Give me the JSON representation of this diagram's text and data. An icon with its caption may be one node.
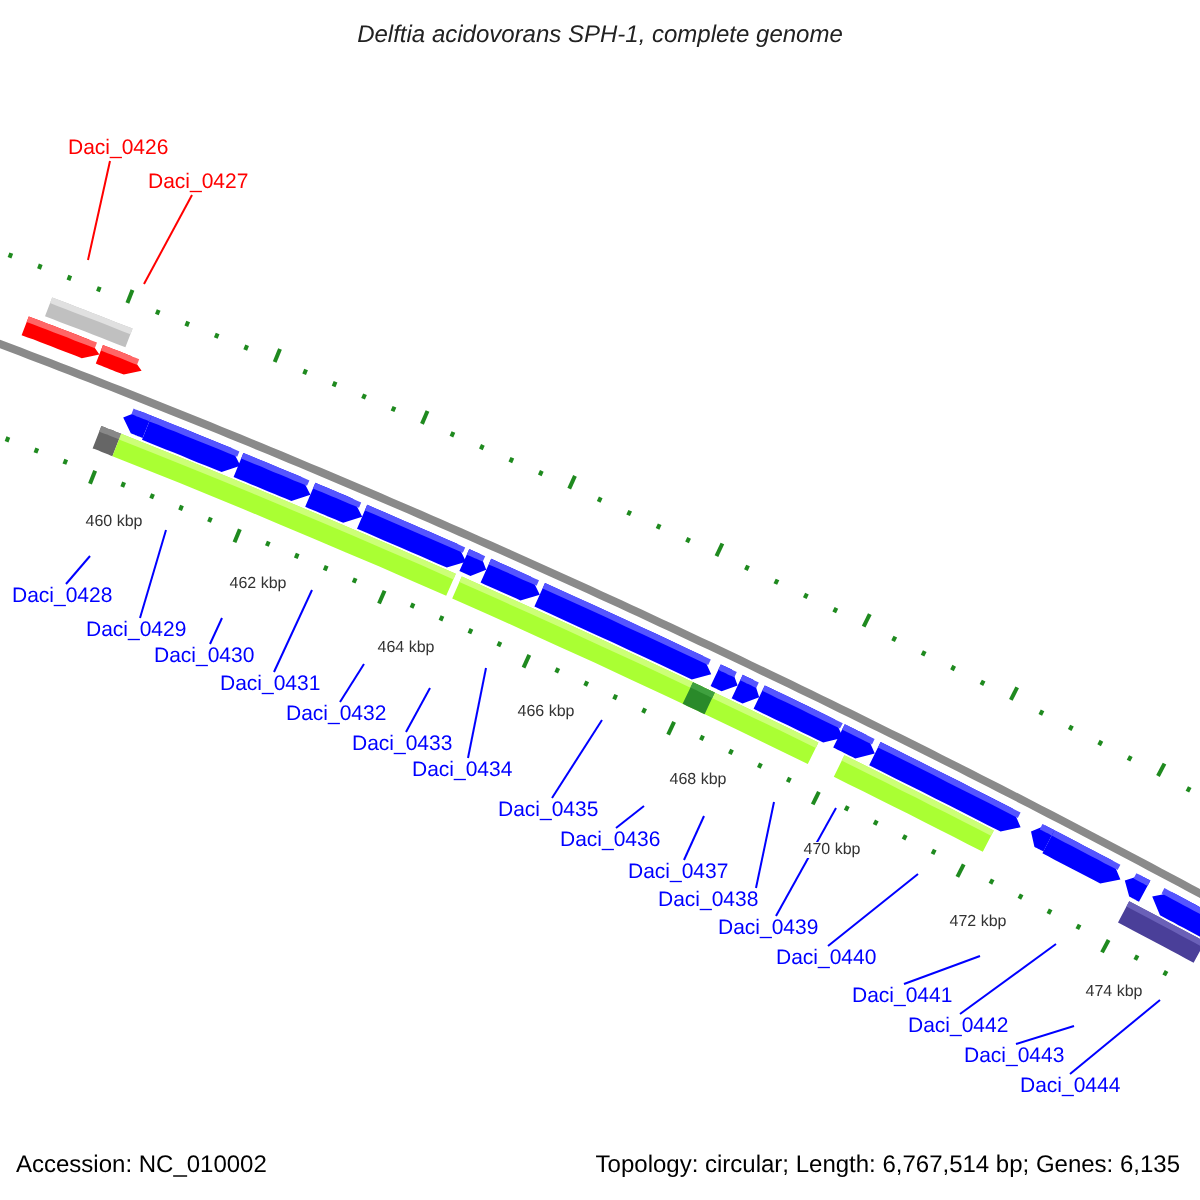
{
  "diagram": {
    "title": "Delftia acidovorans SPH-1, complete genome",
    "nodes": [
      {
        "text": [
          "Daci_0426"
        ]
      },
      {
        "text": [
          "Daci_0427"
        ]
      },
      {
        "text": [
          "Daci_0428"
        ]
      },
      {
        "text": [
          "Daci_0429"
        ]
      },
      {
        "text": [
          "Daci_0430"
        ]
      },
      {
        "text": [
          "Daci_0431"
        ]
      },
      {
        "text": [
          "Daci_0432"
        ]
      },
      {
        "text": [
          "Daci_0433"
        ]
      },
      {
        "text": [
          "Daci_0434"
        ]
      },
      {
        "text": [
          "Daci_0435"
        ]
      },
      {
        "text": [
          "Daci_0436"
        ]
      },
      {
        "text": [
          "Daci_0437"
        ]
      },
      {
        "text": [
          "Daci_0438"
        ]
      },
      {
        "text": [
          "Daci_0439"
        ]
      },
      {
        "text": [
          "Daci_0440"
        ]
      },
      {
        "text": [
          "Daci_0441"
        ]
      },
      {
        "text": [
          "Daci_0442"
        ]
      },
      {
        "text": [
          "Daci_0443"
        ]
      },
      {
        "text": [
          "Daci_0444"
        ]
      }
    ],
    "edges": [
      {
        "from": 0,
        "to": null,
        "arrow": "none",
        "color": "#ff0000"
      },
      {
        "from": 1,
        "to": null,
        "arrow": "none",
        "color": "#ff0000"
      },
      {
        "from": 2,
        "to": null,
        "arrow": "none"
      },
      {
        "from": 3,
        "to": null,
        "arrow": "none"
      },
      {
        "from": 4,
        "to": null,
        "arrow": "none"
      },
      {
        "from": 5,
        "to": null,
        "arrow": "none"
      },
      {
        "from": 6,
        "to": null,
        "arrow": "none"
      },
      {
        "from": 7,
        "to": null,
        "arrow": "none"
      },
      {
        "from": 8,
        "to": null,
        "arrow": "none"
      },
      {
        "from": 9,
        "to": null,
        "arrow": "none"
      },
      {
        "from": 10,
        "to": null,
        "arrow": "none"
      },
      {
        "from": 11,
        "to": null,
        "arrow": "none"
      },
      {
        "from": 12,
        "to": null,
        "arrow": "none"
      },
      {
        "from": 13,
        "to": null,
        "arrow": "none"
      },
      {
        "from": 14,
        "to": null,
        "arrow": "none"
      },
      {
        "from": 15,
        "to": null,
        "arrow": "none"
      },
      {
        "from": 16,
        "to": null,
        "arrow": "none"
      },
      {
        "from": 17,
        "to": null,
        "arrow": "none"
      },
      {
        "from": 18,
        "to": null,
        "arrow": "none"
      }
    ],
    "labels": [
      "460 kbp",
      "462 kbp",
      "464 kbp",
      "466 kbp",
      "468 kbp",
      "470 kbp",
      "472 kbp",
      "474 kbp",
      "Accession: NC_010002",
      "Topology: circular; Length: 6,767,514 bp; Genes: 6,135"
    ]
  }
}
